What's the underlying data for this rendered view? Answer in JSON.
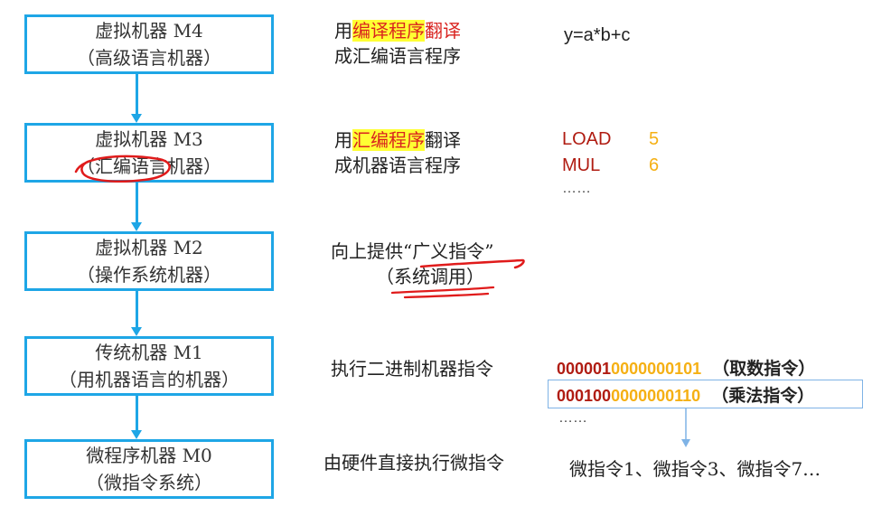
{
  "levels": [
    {
      "line1": "虚拟机器 M4",
      "line2": "（高级语言机器）"
    },
    {
      "line1": "虚拟机器 M3",
      "line2": "（汇编语言机器）"
    },
    {
      "line1": "虚拟机器 M2",
      "line2": "（操作系统机器）"
    },
    {
      "line1": "传统机器 M1",
      "line2": "（用机器语言的机器）"
    },
    {
      "line1": "微程序机器 M0",
      "line2": "（微指令系统）"
    }
  ],
  "desc": {
    "m4": {
      "p1": "用",
      "hl": "编译程序",
      "red": "翻译",
      "line2": "成汇编语言程序"
    },
    "m3": {
      "p1": "用",
      "hl": "汇编程序",
      "p2": "翻译",
      "line2": "成机器语言程序"
    },
    "m2": {
      "line1": "向上提供“广义指令”",
      "line2": "（系统调用）"
    },
    "m1": {
      "text": "执行二进制机器指令"
    },
    "m0": {
      "text": "由硬件直接执行微指令"
    }
  },
  "examples": {
    "expr": "y=a*b+c",
    "asm": [
      {
        "op": "LOAD",
        "arg": "5"
      },
      {
        "op": "MUL",
        "arg": "6"
      }
    ],
    "asm_more": "……",
    "bin": [
      {
        "opcode": "000001",
        "addr": "0000000101",
        "note": "（取数指令）"
      },
      {
        "opcode": "000100",
        "addr": "0000000110",
        "note": "（乘法指令）"
      }
    ],
    "bin_more": "……",
    "micro": "微指令1、微指令3、微指令7…"
  },
  "colors": {
    "box_border": "#1ea6e6",
    "highlight": "#ffff33",
    "red_text": "#d9231f",
    "opcode": "#b01c12",
    "address": "#f5b014",
    "micro_arrow": "#7fb3e6"
  }
}
